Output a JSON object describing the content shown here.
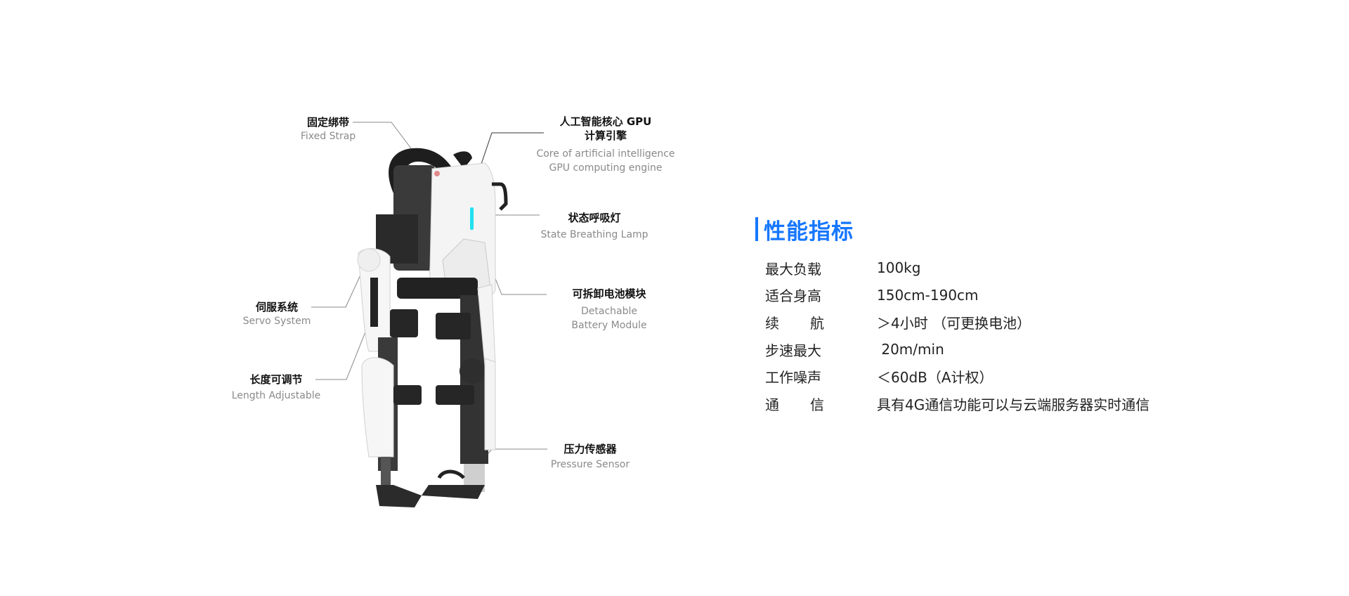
{
  "callouts": {
    "strap": {
      "cn": "固定绑带",
      "en": "Fixed Strap"
    },
    "gpu": {
      "cn1": "人工智能核心 GPU",
      "cn2": "计算引擎",
      "en1": "Core of artificial intelligence",
      "en2": "GPU computing engine"
    },
    "lamp": {
      "cn": "状态呼吸灯",
      "en": "State Breathing Lamp"
    },
    "battery": {
      "cn": "可拆卸电池模块",
      "en1": "Detachable",
      "en2": "Battery Module"
    },
    "servo": {
      "cn": "伺服系统",
      "en": "Servo System"
    },
    "length": {
      "cn": "长度可调节",
      "en": "Length Adjustable"
    },
    "pressure": {
      "cn": "压力传感器",
      "en": "Pressure Sensor"
    }
  },
  "specs": {
    "title": "性能指标",
    "rows": [
      {
        "label": "最大负载",
        "value": "100kg"
      },
      {
        "label": "适合身高",
        "value": "150cm-190cm"
      },
      {
        "label_a": "续",
        "label_b": "航",
        "value": "＞4小时 （可更换电池）"
      },
      {
        "label": "步速最大",
        "value": " 20m/min"
      },
      {
        "label": "工作噪声",
        "value": "＜60dB（A计权）"
      },
      {
        "label_a": "通",
        "label_b": "信",
        "value": "具有4G通信功能可以与云端服务器实时通信"
      }
    ]
  },
  "colors": {
    "accent": "#1677ff",
    "lamp": "#22e0f0"
  }
}
